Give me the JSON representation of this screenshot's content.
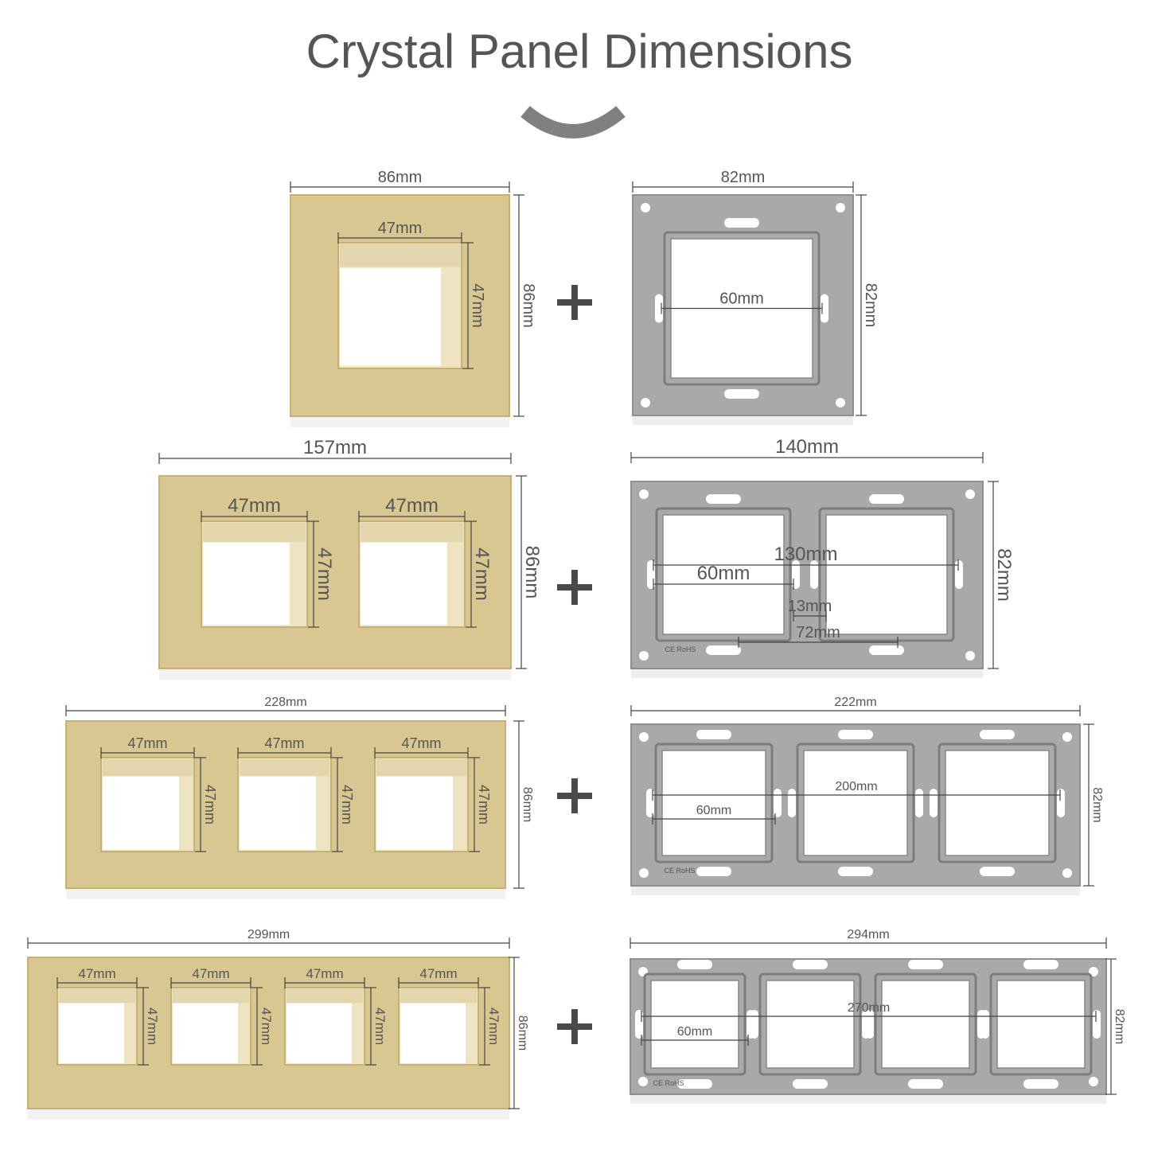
{
  "title": "Crystal Panel Dimensions",
  "colors": {
    "gold_face": "#d8c790",
    "gold_edge": "#c6b173",
    "gold_hole_shade": "#eee4c2",
    "frame_grey": "#a9a9a9",
    "frame_grey_dark": "#8f8f8f",
    "text": "#555555",
    "plus": "#4a4a4a",
    "arc": "#808080"
  },
  "icons": {
    "plus": "plus-icon",
    "arc": "chevron-arc-icon"
  },
  "rows": [
    {
      "gangs": 1,
      "glass": {
        "width_label": "86mm",
        "height_label": "86mm",
        "hole_w_label": "47mm",
        "hole_h_label": "47mm"
      },
      "frame": {
        "width_label": "82mm",
        "height_label": "82mm",
        "pitch_label": "60mm"
      }
    },
    {
      "gangs": 2,
      "glass": {
        "width_label": "157mm",
        "height_label": "86mm",
        "hole_w_label": "47mm",
        "hole_h_label": "47mm"
      },
      "frame": {
        "width_label": "140mm",
        "height_label": "82mm",
        "pitch_label": "60mm",
        "span_label": "130mm",
        "gap_label": "13mm",
        "center_label": "72mm",
        "mark": "CE RoHS"
      }
    },
    {
      "gangs": 3,
      "glass": {
        "width_label": "228mm",
        "height_label": "86mm",
        "hole_w_label": "47mm",
        "hole_h_label": "47mm"
      },
      "frame": {
        "width_label": "222mm",
        "height_label": "82mm",
        "pitch_label": "60mm",
        "span_label": "200mm",
        "mark": "CE RoHS"
      }
    },
    {
      "gangs": 4,
      "glass": {
        "width_label": "299mm",
        "height_label": "86mm",
        "hole_w_label": "47mm",
        "hole_h_label": "47mm"
      },
      "frame": {
        "width_label": "294mm",
        "height_label": "82mm",
        "pitch_label": "60mm",
        "span_label": "270mm",
        "mark": "CE RoHS"
      }
    }
  ]
}
